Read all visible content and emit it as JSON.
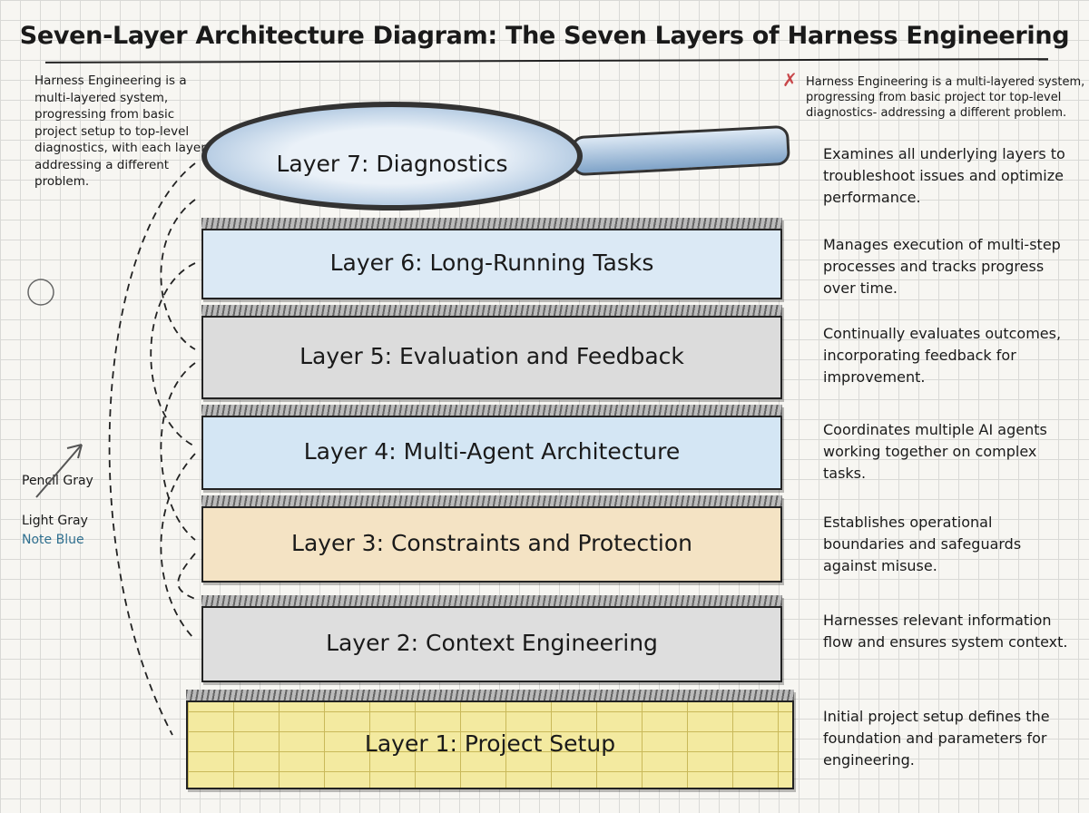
{
  "title": "Seven-Layer Architecture Diagram: The Seven Layers of Harness Engineering",
  "left_note": "Harness Engineering is a multi-layered system, progressing from basic project setup to top-level diagnostics, with each layer addressing a different problem.",
  "right_note": "Harness Engineering is a multi-layered system, progressing from basic project tor top-level diagnostics- addressing a different problem.",
  "legend": {
    "pencil_gray": "Pencil Gray",
    "light_gray": "Light Gray",
    "note_blue": "Note Blue"
  },
  "colors": {
    "note_blue": "#2f6f8f",
    "accent_red": "#c8474a",
    "layer_blue": "#dbe9f5",
    "layer_gray": "#dcdcdc",
    "layer_beige": "#f4e3c4",
    "layer_yellow": "#f3eaa0"
  },
  "layers": [
    {
      "label": "Layer 7: Diagnostics",
      "description": "Examines all underlying layers to troubleshoot issues and optimize performance."
    },
    {
      "label": "Layer 6: Long-Running Tasks",
      "description": "Manages execution of multi-step processes and tracks progress over time."
    },
    {
      "label": "Layer 5: Evaluation and Feedback",
      "description": "Continually evaluates outcomes, incorporating feedback for improvement."
    },
    {
      "label": "Layer 4: Multi-Agent Architecture",
      "description": "Coordinates multiple AI agents working together on complex tasks."
    },
    {
      "label": "Layer 3: Constraints and Protection",
      "description": "Establishes operational boundaries and safeguards against misuse."
    },
    {
      "label": "Layer 2: Context Engineering",
      "description": "Harnesses relevant information flow and ensures system context."
    },
    {
      "label": "Layer 1: Project Setup",
      "description": "Initial project setup defines the foundation and parameters for engineering."
    }
  ]
}
